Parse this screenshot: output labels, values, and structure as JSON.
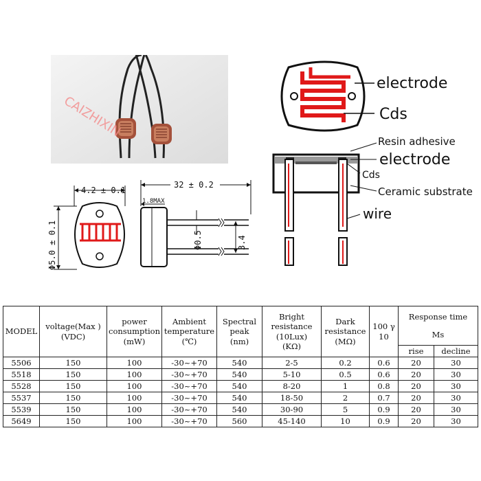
{
  "watermark": "CAIZHIXIN",
  "structure_labels": {
    "electrode_top": "electrode",
    "cds_top": "Cds",
    "resin": "Resin adhesive",
    "electrode_side": "electrode",
    "cds_side": "Cds",
    "ceramic": "Ceramic substrate",
    "wire": "wire"
  },
  "dimensions": {
    "width": "4.2 ± 0.1",
    "diameter": "Φ5.0 ± 0.1",
    "lead_length": "32 ± 0.2",
    "body_height": "1.8MAX",
    "lead_diameter": "Φ0.5",
    "lead_pitch": "3.4"
  },
  "table": {
    "headers": {
      "model": "MODEL",
      "voltage": [
        "voltage(Max )",
        "(VDC)"
      ],
      "power": [
        "power",
        "consumption",
        "(mW)"
      ],
      "ambient": [
        "Ambient",
        "temperature",
        "(℃)"
      ],
      "spectral": [
        "Spectral",
        "peak",
        "(nm)"
      ],
      "bright": [
        "Bright",
        "resistance",
        "(10Lux)",
        "(KΩ)"
      ],
      "dark": [
        "Dark",
        "resistance",
        "(MΩ)"
      ],
      "gamma": [
        "100 γ",
        "10"
      ],
      "response": [
        "Response time",
        "Ms"
      ],
      "rise": "rise",
      "decline": "decline"
    },
    "rows": [
      [
        "5506",
        "150",
        "100",
        "-30~+70",
        "540",
        "2-5",
        "0.2",
        "0.6",
        "20",
        "30"
      ],
      [
        "5518",
        "150",
        "100",
        "-30~+70",
        "540",
        "5-10",
        "0.5",
        "0.6",
        "20",
        "30"
      ],
      [
        "5528",
        "150",
        "100",
        "-30~+70",
        "540",
        "8-20",
        "1",
        "0.8",
        "20",
        "30"
      ],
      [
        "5537",
        "150",
        "100",
        "-30~+70",
        "540",
        "18-50",
        "2",
        "0.7",
        "20",
        "30"
      ],
      [
        "5539",
        "150",
        "100",
        "-30~+70",
        "540",
        "30-90",
        "5",
        "0.9",
        "20",
        "30"
      ],
      [
        "5649",
        "150",
        "100",
        "-30~+70",
        "560",
        "45-140",
        "10",
        "0.9",
        "20",
        "30"
      ]
    ]
  }
}
